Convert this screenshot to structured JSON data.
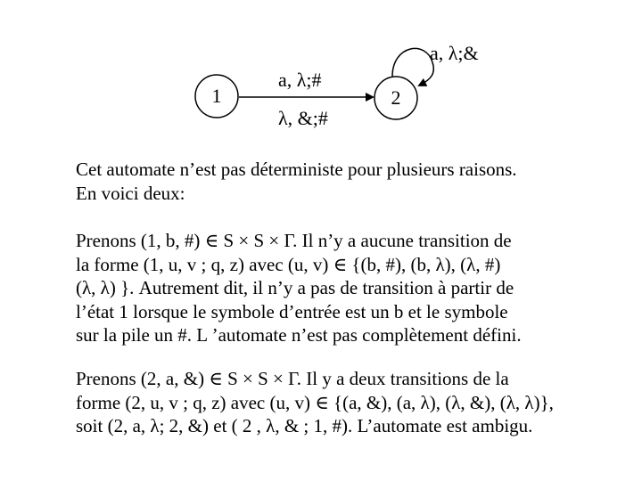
{
  "diagram": {
    "states": [
      {
        "id": "state-1",
        "label": "1"
      },
      {
        "id": "state-2",
        "label": "2"
      }
    ],
    "transitions": {
      "top_label": "a, λ;#",
      "bottom_label": "λ, &;#",
      "loop_label": "a, λ;&"
    }
  },
  "text": {
    "intro": [
      "Cet automate n’est pas déterministe pour plusieurs raisons.",
      "En voici deux:"
    ],
    "case1": [
      "Prenons (1, b, #) ∈ S × S × Γ. Il n’y a aucune transition de",
      "la forme (1, u, v ; q, z) avec (u, v) ∈ {(b, #), (b, λ), (λ, #)",
      "(λ, λ) }. Autrement dit, il n’y a pas de transition à partir de",
      "l’état 1 lorsque le symbole d’entrée est un b et le symbole",
      "sur la pile un #. L ’automate n’est pas complètement défini."
    ],
    "case2": [
      "Prenons (2, a, &) ∈ S × S × Γ. Il y a deux transitions de la",
      "forme (2, u, v ; q, z) avec (u, v) ∈ {(a, &), (a, λ), (λ, &), (λ, λ)},",
      "soit (2, a, λ; 2, &) et ( 2 , λ, & ; 1, #). L’automate est ambigu."
    ]
  }
}
